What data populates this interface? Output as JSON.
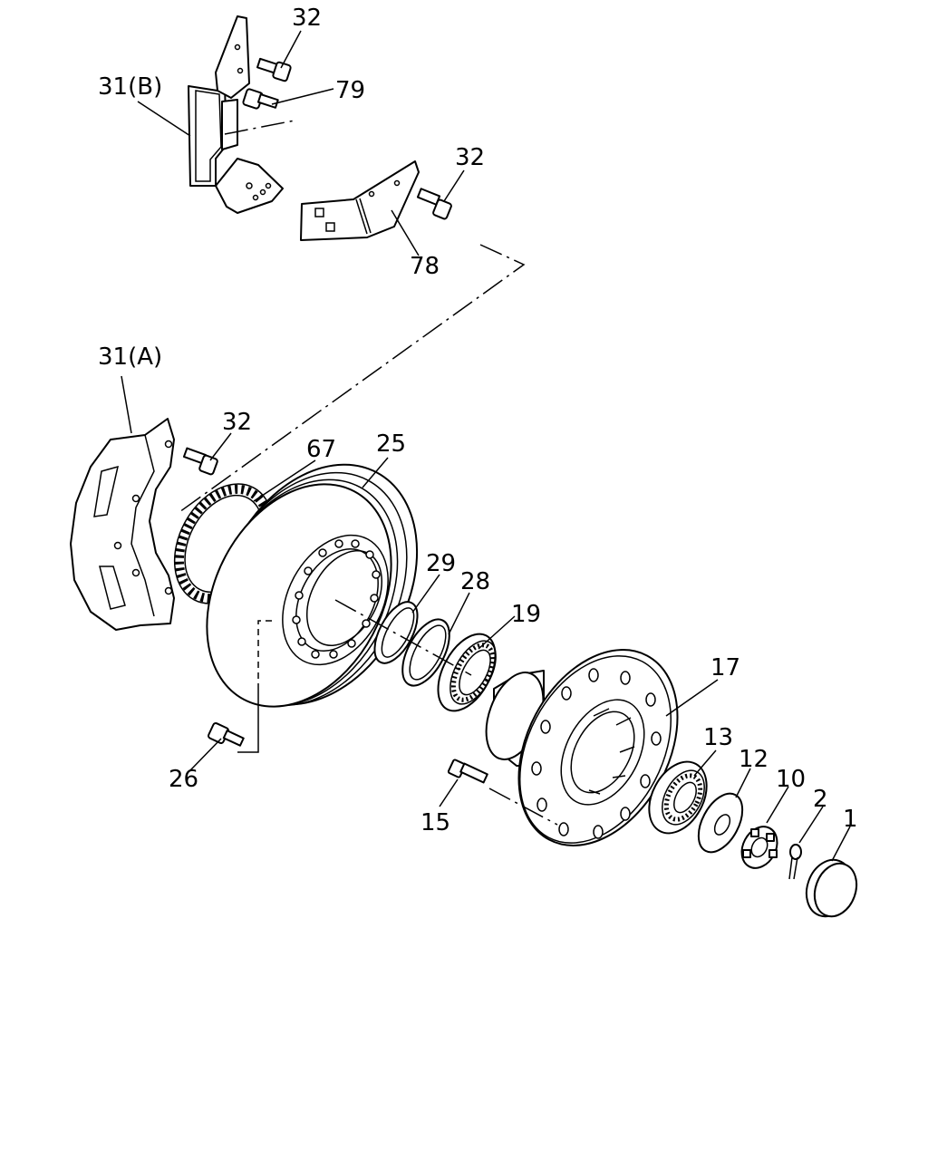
{
  "callouts": [
    {
      "id": "c-32-top",
      "text": "32"
    },
    {
      "id": "c-31b",
      "text": "31(B)"
    },
    {
      "id": "c-79",
      "text": "79"
    },
    {
      "id": "c-32-right",
      "text": "32"
    },
    {
      "id": "c-78",
      "text": "78"
    },
    {
      "id": "c-31a",
      "text": "31(A)"
    },
    {
      "id": "c-32-mid",
      "text": "32"
    },
    {
      "id": "c-67",
      "text": "67"
    },
    {
      "id": "c-25",
      "text": "25"
    },
    {
      "id": "c-29",
      "text": "29"
    },
    {
      "id": "c-28",
      "text": "28"
    },
    {
      "id": "c-19",
      "text": "19"
    },
    {
      "id": "c-17",
      "text": "17"
    },
    {
      "id": "c-13",
      "text": "13"
    },
    {
      "id": "c-12",
      "text": "12"
    },
    {
      "id": "c-10",
      "text": "10"
    },
    {
      "id": "c-2",
      "text": "2"
    },
    {
      "id": "c-1",
      "text": "1"
    },
    {
      "id": "c-26",
      "text": "26"
    },
    {
      "id": "c-15",
      "text": "15"
    }
  ]
}
